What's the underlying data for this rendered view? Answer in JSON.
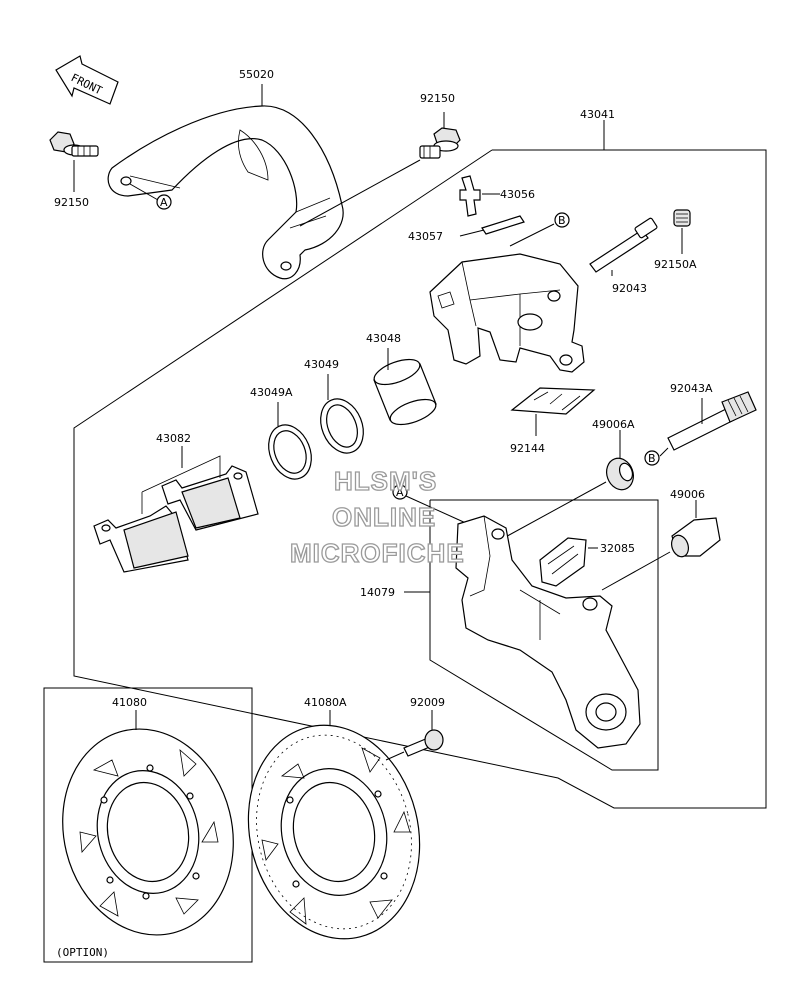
{
  "direction": {
    "front_label": "FRONT"
  },
  "watermark": {
    "line1": "HLSM'S",
    "line2": "ONLINE",
    "line3": "MICROFICHE"
  },
  "callouts": {
    "a": "A",
    "b": "B"
  },
  "parts": {
    "bracket_guard": "55020",
    "bolt_left": "92150",
    "bolt_top": "92150",
    "caliper_assy": "43041",
    "bleeder_valve": "43056",
    "bleeder_cap": "43057",
    "pin": "92043",
    "plug": "92150A",
    "piston": "43048",
    "seal": "43049",
    "seal_dust": "43049A",
    "pad_assy": "43082",
    "spring_pad": "92144",
    "pin_a": "92043A",
    "boot_a": "49006A",
    "boot": "49006",
    "spring_holder": "32085",
    "holder": "14079",
    "disc": "41080",
    "disc_a": "41080A",
    "disc_bolt": "92009"
  },
  "option_note": "(OPTION)"
}
